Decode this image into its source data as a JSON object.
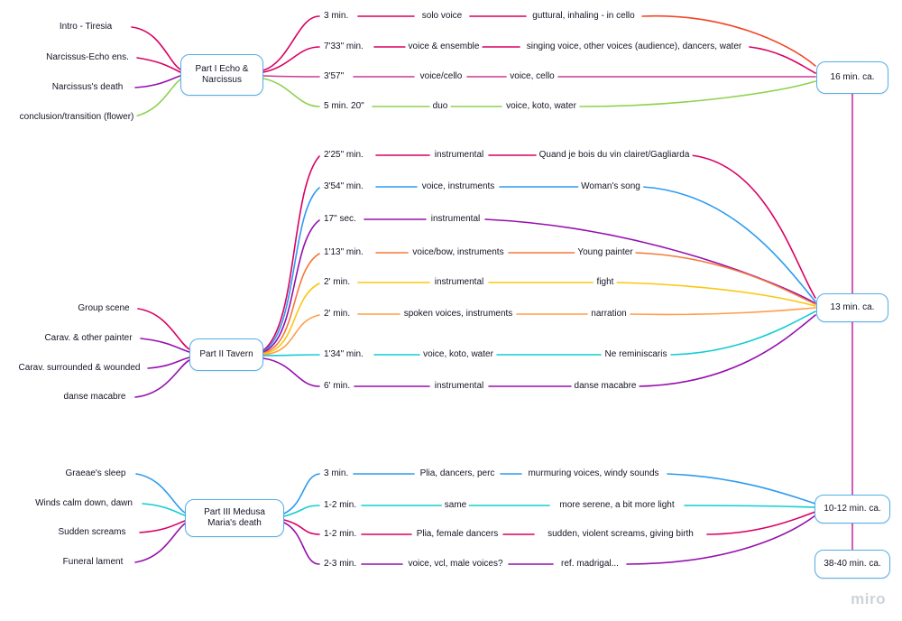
{
  "watermark": "miro",
  "palette": {
    "node_border": "#54aee8",
    "magenta": "#da0063",
    "red": "#f24726",
    "green": "#8fd14f",
    "purple": "#9510ac",
    "pink_purple": "#c93a95",
    "blue": "#2d9bf0",
    "cyan": "#12cdd4",
    "yellow": "#fac710",
    "orange": "#ff9d48",
    "orange_red": "#f5793b",
    "connector": "#c932a5"
  },
  "parts": [
    {
      "title": "Part I Echo & Narcissus",
      "total": "16 min. ca.",
      "scenes": [
        "Intro - Tiresia",
        "Narcissus-Echo ens.",
        "Narcissus's death",
        "conclusion/transition (flower)"
      ],
      "rows": [
        {
          "duration": "3 min.",
          "type": "solo voice",
          "desc": "guttural, inhaling - in cello"
        },
        {
          "duration": "7'33\" min.",
          "type": "voice & ensemble",
          "desc": "singing voice, other voices (audience), dancers, water"
        },
        {
          "duration": "3'57\"",
          "type": "voice/cello",
          "desc": "voice, cello"
        },
        {
          "duration": "5 min. 20\"",
          "type": "duo",
          "desc": "voice, koto, water"
        }
      ]
    },
    {
      "title": "Part II Tavern",
      "total": "13 min. ca.",
      "scenes": [
        "Group scene",
        "Carav. & other painter",
        "Carav. surrounded & wounded",
        "danse macabre"
      ],
      "rows": [
        {
          "duration": "2'25\" min.",
          "type": "instrumental",
          "desc": "Quand je bois du vin clairet/Gagliarda"
        },
        {
          "duration": "3'54\" min.",
          "type": "voice, instruments",
          "desc": "Woman's song"
        },
        {
          "duration": "17\" sec.",
          "type": "instrumental",
          "desc": ""
        },
        {
          "duration": "1'13\" min.",
          "type": "voice/bow, instruments",
          "desc": "Young painter"
        },
        {
          "duration": "2' min.",
          "type": "instrumental",
          "desc": "fight"
        },
        {
          "duration": "2' min.",
          "type": "spoken voices, instruments",
          "desc": "narration"
        },
        {
          "duration": "1'34\" min.",
          "type": "voice, koto, water",
          "desc": "Ne reminiscaris"
        },
        {
          "duration": "6' min.",
          "type": "instrumental",
          "desc": "danse macabre"
        }
      ]
    },
    {
      "title": "Part III Medusa Maria's death",
      "total": "10-12 min. ca.",
      "grand_total": "38-40 min. ca.",
      "scenes": [
        "Graeae's sleep",
        "Winds calm down, dawn",
        "Sudden screams",
        "Funeral lament"
      ],
      "rows": [
        {
          "duration": "3 min.",
          "type": "Plia, dancers, perc",
          "desc": "murmuring voices, windy sounds"
        },
        {
          "duration": "1-2 min.",
          "type": "same",
          "desc": "more serene, a bit more light"
        },
        {
          "duration": "1-2 min.",
          "type": "Plia, female dancers",
          "desc": "sudden, violent screams, giving birth"
        },
        {
          "duration": "2-3 min.",
          "type": "voice, vcl, male voices?",
          "desc": "ref. madrigal..."
        }
      ]
    }
  ]
}
